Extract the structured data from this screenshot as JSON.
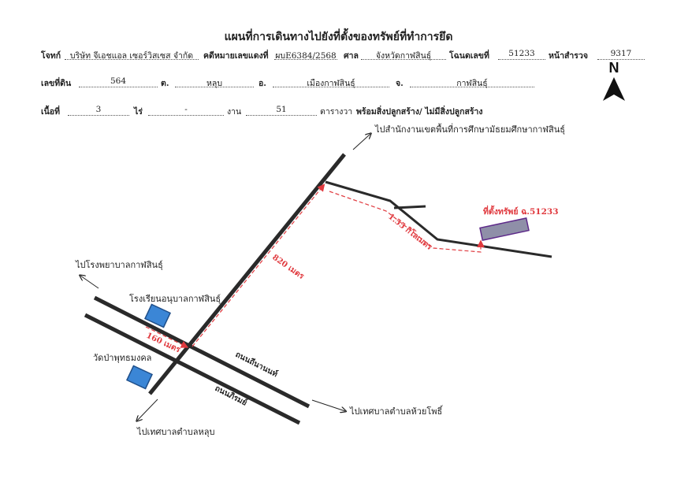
{
  "header": {
    "title": "แผนที่การเดินทางไปยังที่ตั้งของทรัพย์ที่ทำการยึด",
    "row1": {
      "plaintiff_label": "โจทก์",
      "plaintiff_value": "บริษัท จีเอชแอล เซอร์วิสเซส จำกัด",
      "case_label": "คดีหมายเลขแดงที่",
      "case_value": "ผบE6384/2568",
      "court_label": "ศาล",
      "court_value": "จังหวัดกาฬสินธุ์",
      "deed_label": "โฉนดเลขที่",
      "deed_value": "51233",
      "survey_label": "หน้าสำรวจ",
      "survey_value": "9317"
    },
    "row2": {
      "land_label": "เลขที่ดิน",
      "land_value": "564",
      "tambon_label": "ต.",
      "tambon_value": "หลุบ",
      "amphoe_label": "อ.",
      "amphoe_value": "เมืองกาฬสินธุ์",
      "province_label": "จ.",
      "province_value": "กาฬสินธุ์"
    },
    "row3": {
      "area_label": "เนื้อที่",
      "rai_value": "3",
      "rai_label": "ไร่",
      "ngan_value": "-",
      "ngan_label": "งาน",
      "wa_value": "51",
      "wa_label": "ตารางวา",
      "building_note": "พร้อมสิ่งปลูกสร้าง/ ไม่มีสิ่งปลูกสร้าง"
    }
  },
  "compass": {
    "label": "N"
  },
  "map": {
    "dest_top": "ไปสำนักงานเขตพื้นที่การศึกษามัธยมศึกษากาฬสินธุ์",
    "dest_hospital": "ไปโรงพยาบาลกาฬสินธุ์",
    "school": "โรงเรียนอนุบาลกาฬสินธุ์",
    "temple": "วัดป่าพุทธมงคล",
    "dest_right": "ไปเทศบาลตำบลห้วยโพธิ์",
    "dest_bottom": "ไปเทศบาลตำบลหลุบ",
    "road1": "ถนนถีนานนท์",
    "road2": "ถนนภิรมย์",
    "dist1": "160 เมตร",
    "dist2": "820 เมตร",
    "dist3": "1.55 กิโลเมตร",
    "property": "ที่ตั้งทรัพย์ ฉ.51233"
  },
  "colors": {
    "route": "#e0393e",
    "road": "#2a2a2a",
    "building": "#3b86d6",
    "property": "#8f8fa8"
  }
}
